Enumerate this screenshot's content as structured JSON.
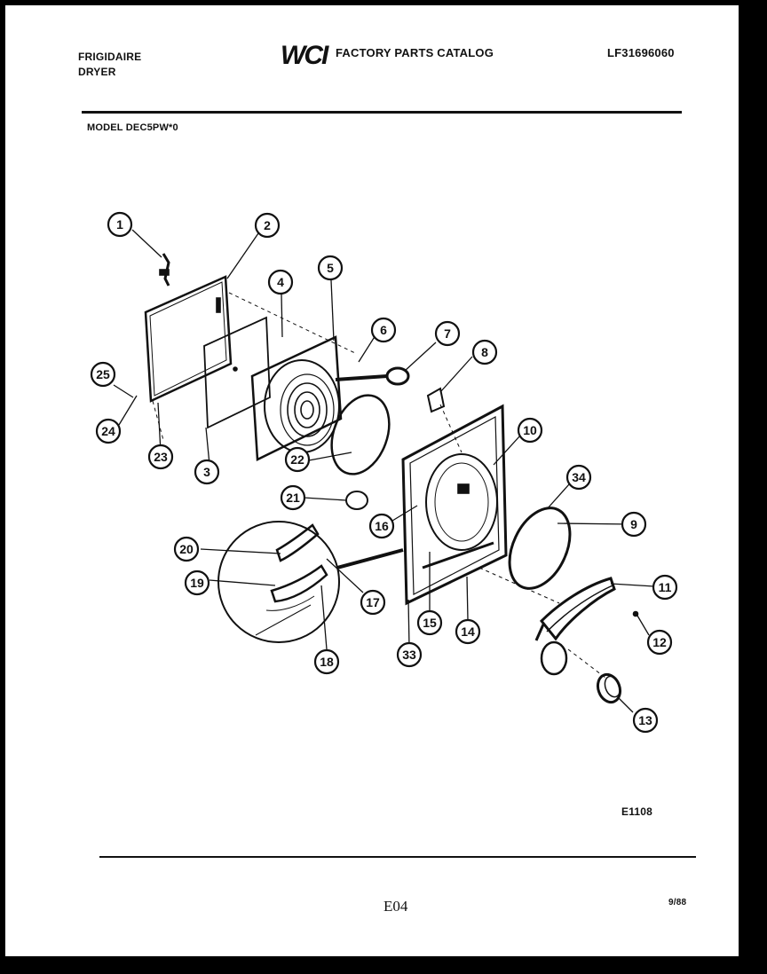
{
  "header": {
    "brand_line1": "FRIGIDAIRE",
    "brand_line2": "DRYER",
    "logo_text": "WCI",
    "catalog_title": "FACTORY PARTS CATALOG",
    "publication_number": "LF31696060",
    "model_label": "MODEL DEC5PW*0"
  },
  "diagram": {
    "callouts": [
      {
        "id": "callout-1",
        "label": "1"
      },
      {
        "id": "callout-2",
        "label": "2"
      },
      {
        "id": "callout-3",
        "label": "3"
      },
      {
        "id": "callout-4",
        "label": "4"
      },
      {
        "id": "callout-5",
        "label": "5"
      },
      {
        "id": "callout-6",
        "label": "6"
      },
      {
        "id": "callout-7",
        "label": "7"
      },
      {
        "id": "callout-8",
        "label": "8"
      },
      {
        "id": "callout-9",
        "label": "9"
      },
      {
        "id": "callout-10",
        "label": "10"
      },
      {
        "id": "callout-11",
        "label": "11"
      },
      {
        "id": "callout-12",
        "label": "12"
      },
      {
        "id": "callout-13",
        "label": "13"
      },
      {
        "id": "callout-14",
        "label": "14"
      },
      {
        "id": "callout-15",
        "label": "15"
      },
      {
        "id": "callout-16",
        "label": "16"
      },
      {
        "id": "callout-17",
        "label": "17"
      },
      {
        "id": "callout-18",
        "label": "18"
      },
      {
        "id": "callout-19",
        "label": "19"
      },
      {
        "id": "callout-20",
        "label": "20"
      },
      {
        "id": "callout-21",
        "label": "21"
      },
      {
        "id": "callout-22",
        "label": "22"
      },
      {
        "id": "callout-23",
        "label": "23"
      },
      {
        "id": "callout-24",
        "label": "24"
      },
      {
        "id": "callout-25",
        "label": "25"
      },
      {
        "id": "callout-33",
        "label": "33"
      },
      {
        "id": "callout-34",
        "label": "34"
      }
    ]
  },
  "footer": {
    "diagram_code": "E1108",
    "page_code": "E04",
    "date_code": "9/88"
  }
}
